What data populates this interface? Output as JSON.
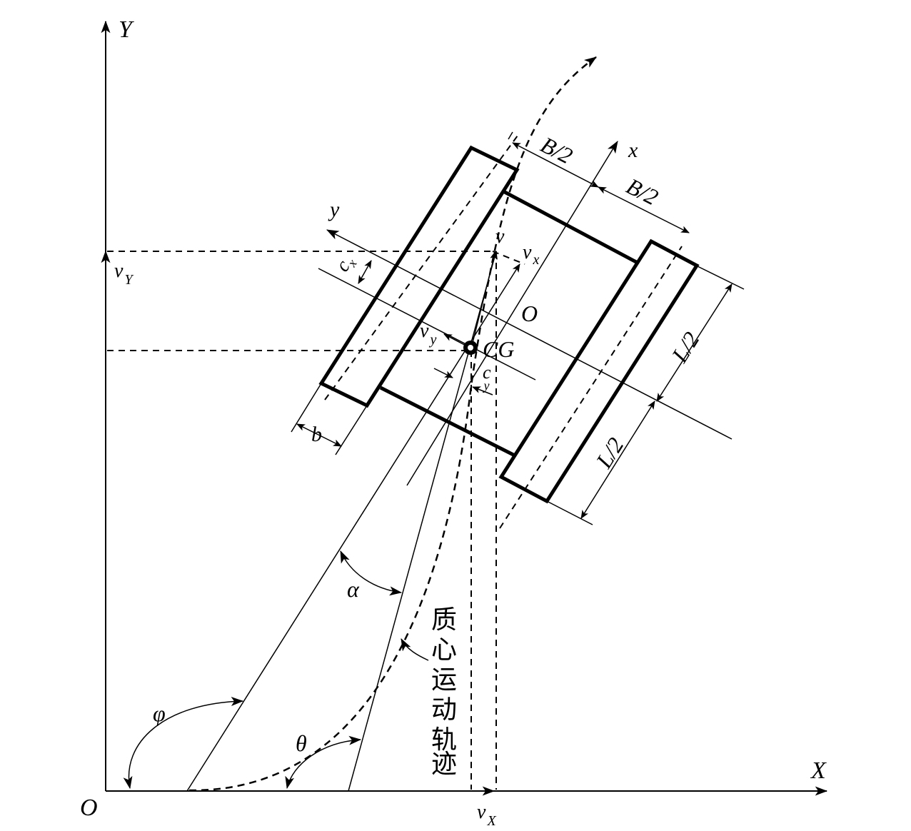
{
  "axes": {
    "origin": "O",
    "x_axis": "X",
    "y_axis": "Y",
    "body_x": "x",
    "body_y": "y"
  },
  "velocities": {
    "v": "v",
    "v_x": "v",
    "v_x_sub": "x",
    "v_y": "v",
    "v_y_sub": "y",
    "v_X": "v",
    "v_X_sub": "X",
    "v_Y": "v",
    "v_Y_sub": "Y"
  },
  "points": {
    "body_origin": "O",
    "center_of_gravity": "CG"
  },
  "dimensions": {
    "half_width_1": "B/2",
    "half_width_2": "B/2",
    "half_length_1": "L/2",
    "half_length_2": "L/2",
    "track_width": "b",
    "offset_cx": "c",
    "offset_cx_sub": "x",
    "offset_cy": "c",
    "offset_cy_sub": "y"
  },
  "angles": {
    "phi": "φ",
    "theta": "θ",
    "alpha": "α"
  },
  "trajectory_label": [
    "质",
    "心",
    "运",
    "动",
    "轨",
    "迹"
  ],
  "colors": {
    "ink": "#000000",
    "background": "#ffffff"
  }
}
